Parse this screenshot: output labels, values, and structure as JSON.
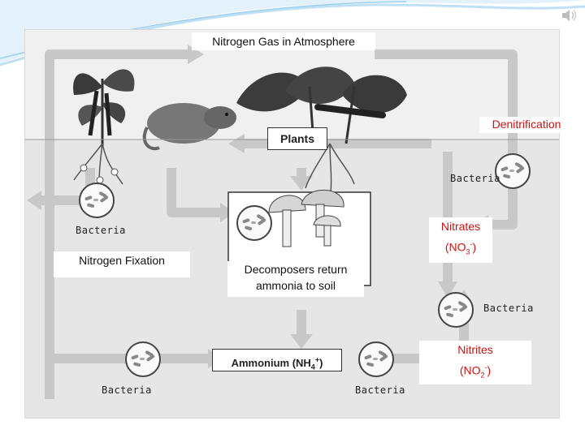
{
  "labels": {
    "atmosphere": "Nitrogen Gas in Atmosphere",
    "denitrification": "Denitrification",
    "fixation": "Nitrogen Fixation",
    "decomposers": "Decomposers return ammonia to soil",
    "nitrates_word": "Nitrates",
    "nitrates_formula_base": "NO",
    "nitrates_sub": "3",
    "nitrates_sup": "-",
    "nitrites_word": "Nitrites",
    "nitrites_formula_base": "NO",
    "nitrites_sub": "2",
    "nitrites_sup": "-"
  },
  "boxes": {
    "plants": "Plants",
    "ammonium_base": "Ammonium (NH",
    "ammonium_sub": "4",
    "ammonium_sup": "+",
    "ammonium_close": ")"
  },
  "bacteria": {
    "left": "Bacteria",
    "bottom_left": "Bacteria",
    "bottom_middle": "Bacteria",
    "nitrite_to_nitrate": "Bacteria",
    "denitrifying": "Bacteria"
  },
  "colors": {
    "arrow": "#c8c8c8",
    "label_accent": "#cc1111",
    "header_wave": "#bfe0f4"
  },
  "icons": [
    "speaker-icon"
  ]
}
